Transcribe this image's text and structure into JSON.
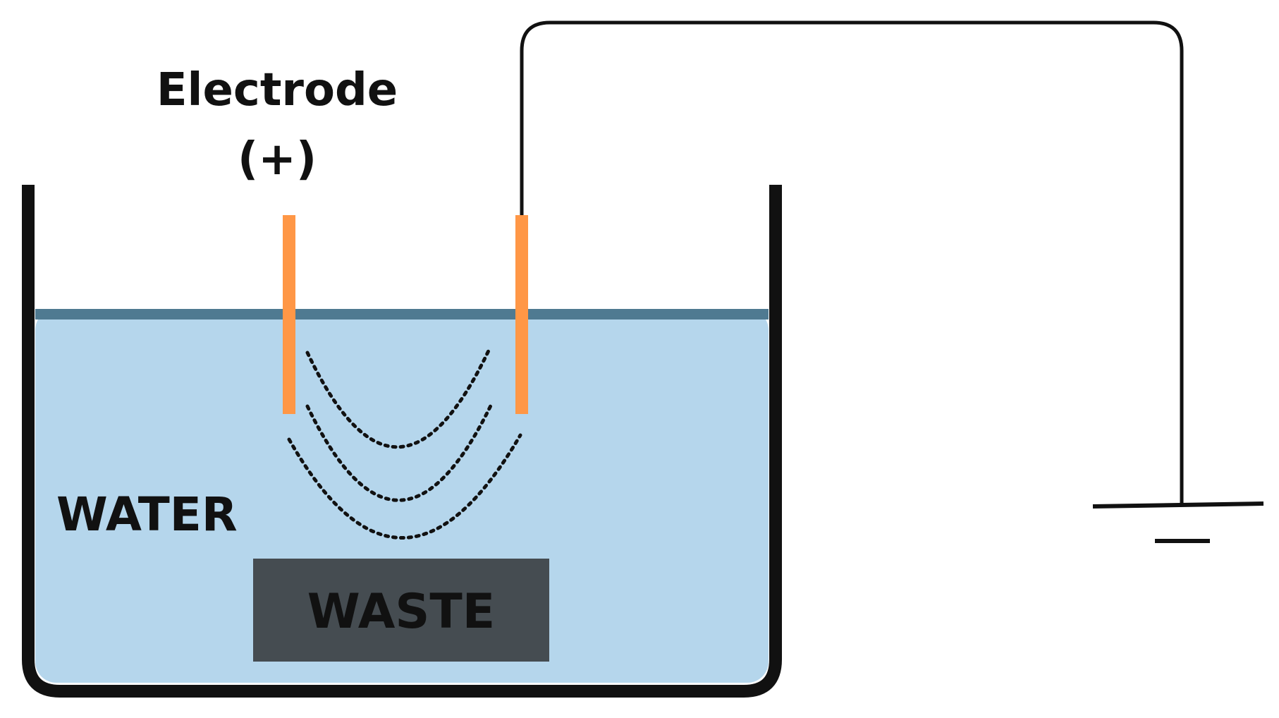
{
  "labels": {
    "electrode_title": "Electrode",
    "electrode_polarity": "(+)",
    "water": "WATER",
    "waste": "WASTE"
  },
  "colors": {
    "tank_outline": "#111111",
    "water_fill": "#b5d6ec",
    "water_surface": "#4f7a91",
    "electrode": "#ff9746",
    "waste_block": "#454c51",
    "waste_text": "#111111",
    "wire": "#111111",
    "field_lines": "#111111"
  },
  "icons": {
    "ground": "ground-symbol-icon"
  }
}
